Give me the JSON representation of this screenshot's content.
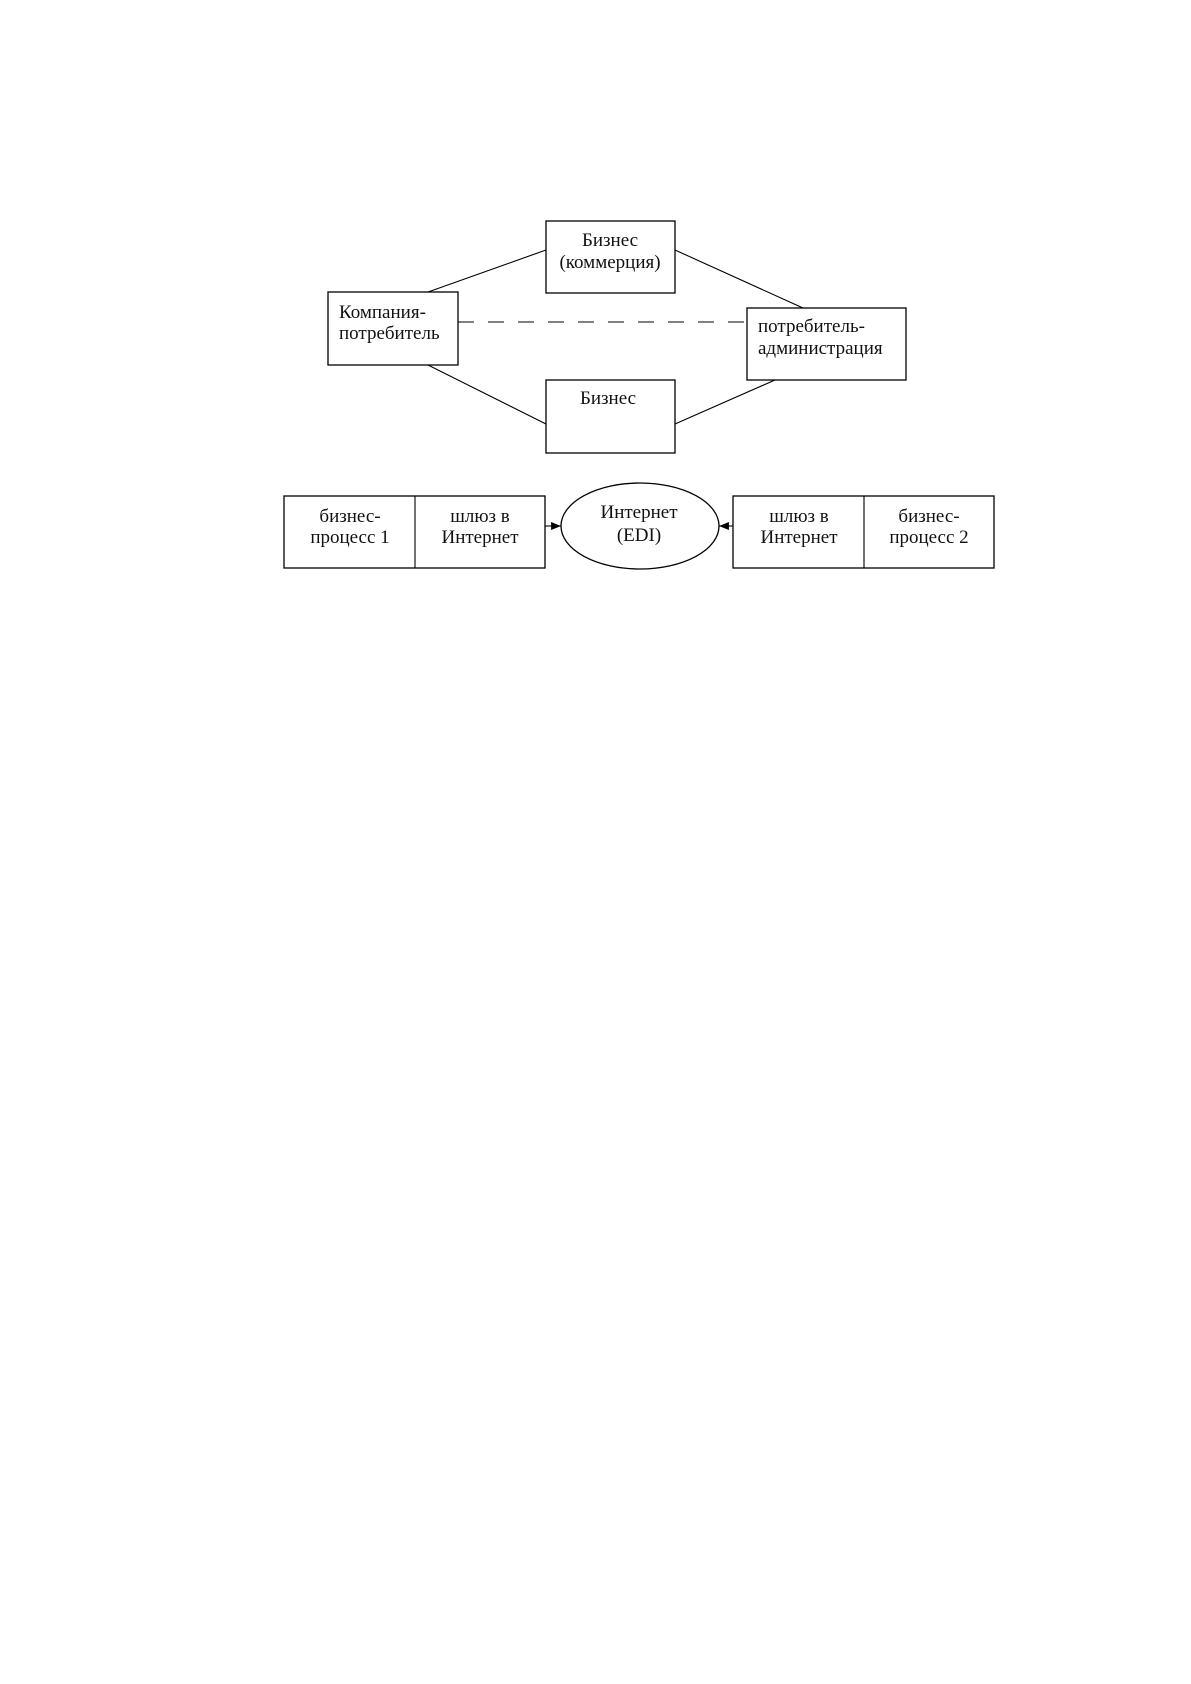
{
  "top_diagram": {
    "commerce": {
      "line1": "Бизнес",
      "line2": "(коммерция)"
    },
    "company": {
      "line1": "Компания-",
      "line2": "потребитель"
    },
    "administration": {
      "line1": "потребитель-",
      "line2": "администрация"
    },
    "business": {
      "line1": "Бизнес"
    }
  },
  "bottom_diagram": {
    "process1": {
      "line1": "бизнес-",
      "line2": "процесс 1"
    },
    "gateway_left": {
      "line1": "шлюз в",
      "line2": "Интернет"
    },
    "internet": {
      "line1": "Интернет",
      "line2": "(EDI)"
    },
    "gateway_right": {
      "line1": "шлюз в",
      "line2": "Интернет"
    },
    "process2": {
      "line1": "бизнес-",
      "line2": "процесс 2"
    }
  },
  "colors": {
    "stroke": "#000000",
    "background": "#ffffff"
  }
}
